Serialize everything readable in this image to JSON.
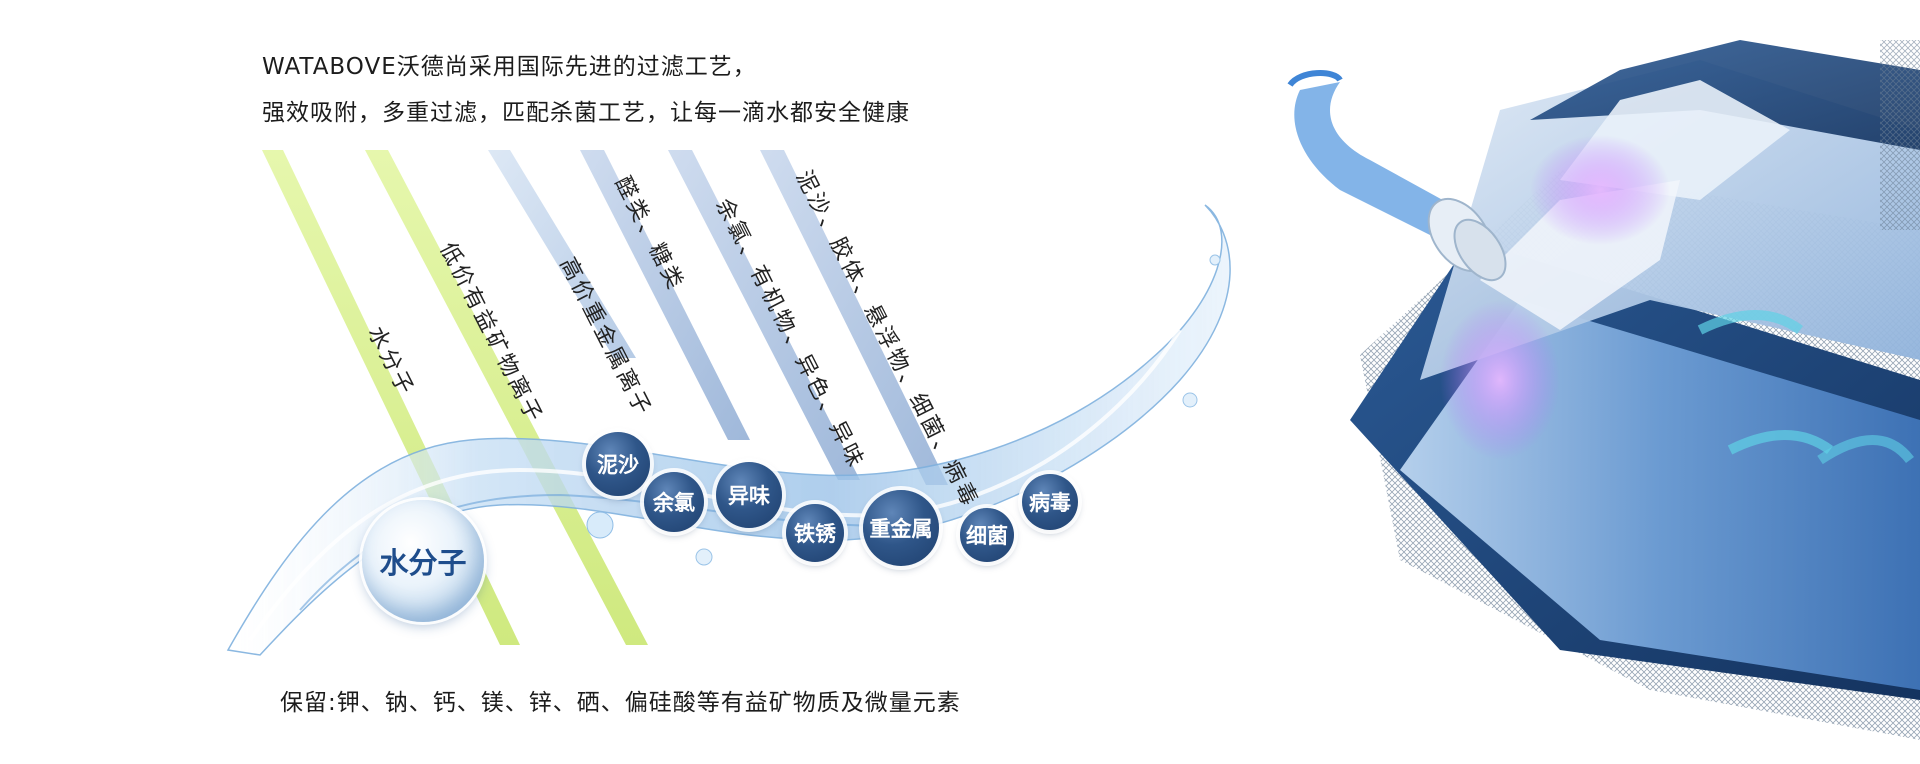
{
  "intro": {
    "line1": "WATABOVE沃德尚采用国际先进的过滤工艺，",
    "line2": "强效吸附，多重过滤，匹配杀菌工艺，让每一滴水都安全健康"
  },
  "bands": [
    {
      "label": "水分子",
      "color": "#dff39a"
    },
    {
      "label": "低价有益矿物离子",
      "color": "#d3ed8a"
    },
    {
      "label": "高价重金属离子",
      "color": "#c9dbee"
    },
    {
      "label": "醛类、糖类",
      "color": "#b9d0ea"
    },
    {
      "label": "余氯、有机物、异色、异味",
      "color": "#adc5e2"
    },
    {
      "label": "泥沙、胶体、悬浮物、细菌、病毒",
      "color": "#9fb9dc"
    }
  ],
  "water_molecule": {
    "label": "水分子"
  },
  "particles": [
    "泥沙",
    "余氯",
    "异味",
    "铁锈",
    "重金属",
    "细菌",
    "病毒"
  ],
  "retain": "保留:钾、钠、钙、镁、锌、硒、偏硅酸等有益矿物质及微量元素",
  "colors": {
    "deep_blue": "#1e3f6d",
    "accent_blue": "#2f6fb8",
    "lime": "#d3ed8a"
  }
}
